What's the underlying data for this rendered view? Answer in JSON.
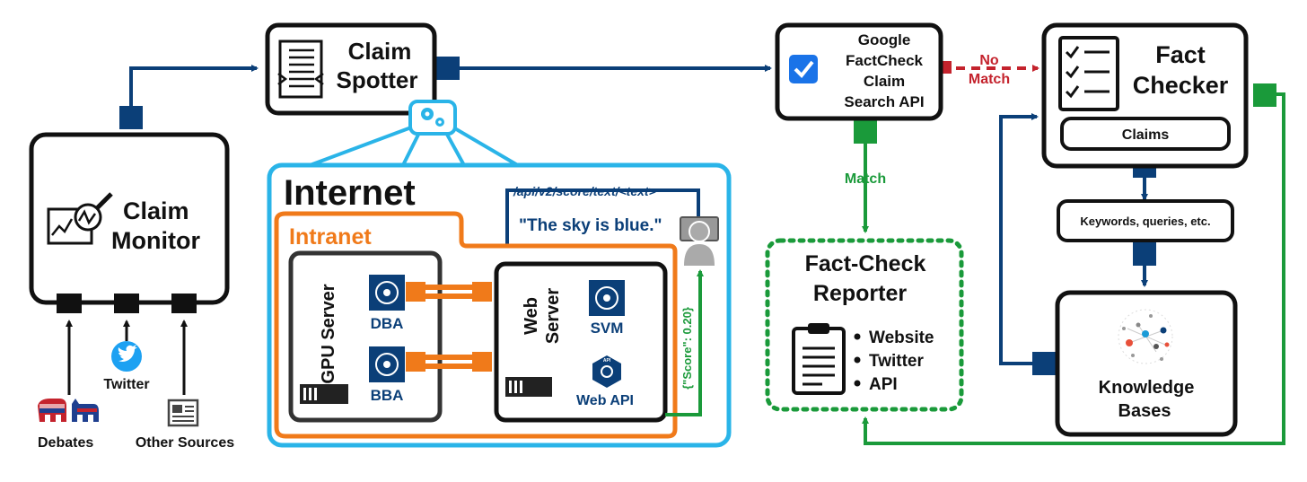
{
  "claim_monitor": {
    "line1": "Claim",
    "line2": "Monitor"
  },
  "claim_spotter": {
    "line1": "Claim",
    "line2": "Spotter"
  },
  "sources": {
    "debates": "Debates",
    "twitter": "Twitter",
    "other": "Other Sources"
  },
  "internet": {
    "title": "Internet",
    "api_path": "/api/v2/score/text/<text>",
    "example_text": "\"The sky is blue.\"",
    "score_response": "{\"Score\": 0.20}"
  },
  "intranet": {
    "title": "Intranet",
    "gpu_server": "GPU Server",
    "web_server_line1": "Web",
    "web_server_line2": "Server",
    "dba": "DBA",
    "bba": "BBA",
    "svm": "SVM",
    "web_api": "Web API",
    "api_badge": "API"
  },
  "google_api": {
    "line1": "Google",
    "line2": "FactCheck",
    "line3": "Claim",
    "line4": "Search API"
  },
  "no_match": {
    "line1": "No",
    "line2": "Match"
  },
  "match": "Match",
  "fact_check_reporter": {
    "line1": "Fact-Check",
    "line2": "Reporter",
    "items": [
      "Website",
      "Twitter",
      "API"
    ]
  },
  "fact_checker": {
    "line1": "Fact",
    "line2": "Checker",
    "claims": "Claims"
  },
  "keywords": "Keywords, queries, etc.",
  "knowledge_bases": {
    "line1": "Knowledge",
    "line2": "Bases"
  },
  "colors": {
    "navy": "#0b3f78",
    "green": "#1a9a3a",
    "red": "#c4232d",
    "orange": "#f07a1a",
    "cyan": "#2ab4e8",
    "black": "#111111",
    "twitter": "#1da1f2"
  }
}
